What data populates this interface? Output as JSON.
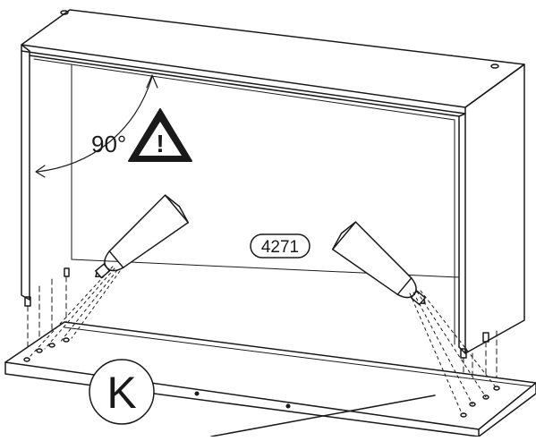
{
  "diagram": {
    "angle_label": "90°",
    "part_label": "K",
    "glue_code": "4271",
    "warning_symbol": "!",
    "icons": [
      "warning-triangle-icon",
      "glue-tube-icon",
      "rotation-arrow-icon"
    ],
    "colors": {
      "ink": "#1a1a1a",
      "paper": "#ffffff"
    }
  }
}
